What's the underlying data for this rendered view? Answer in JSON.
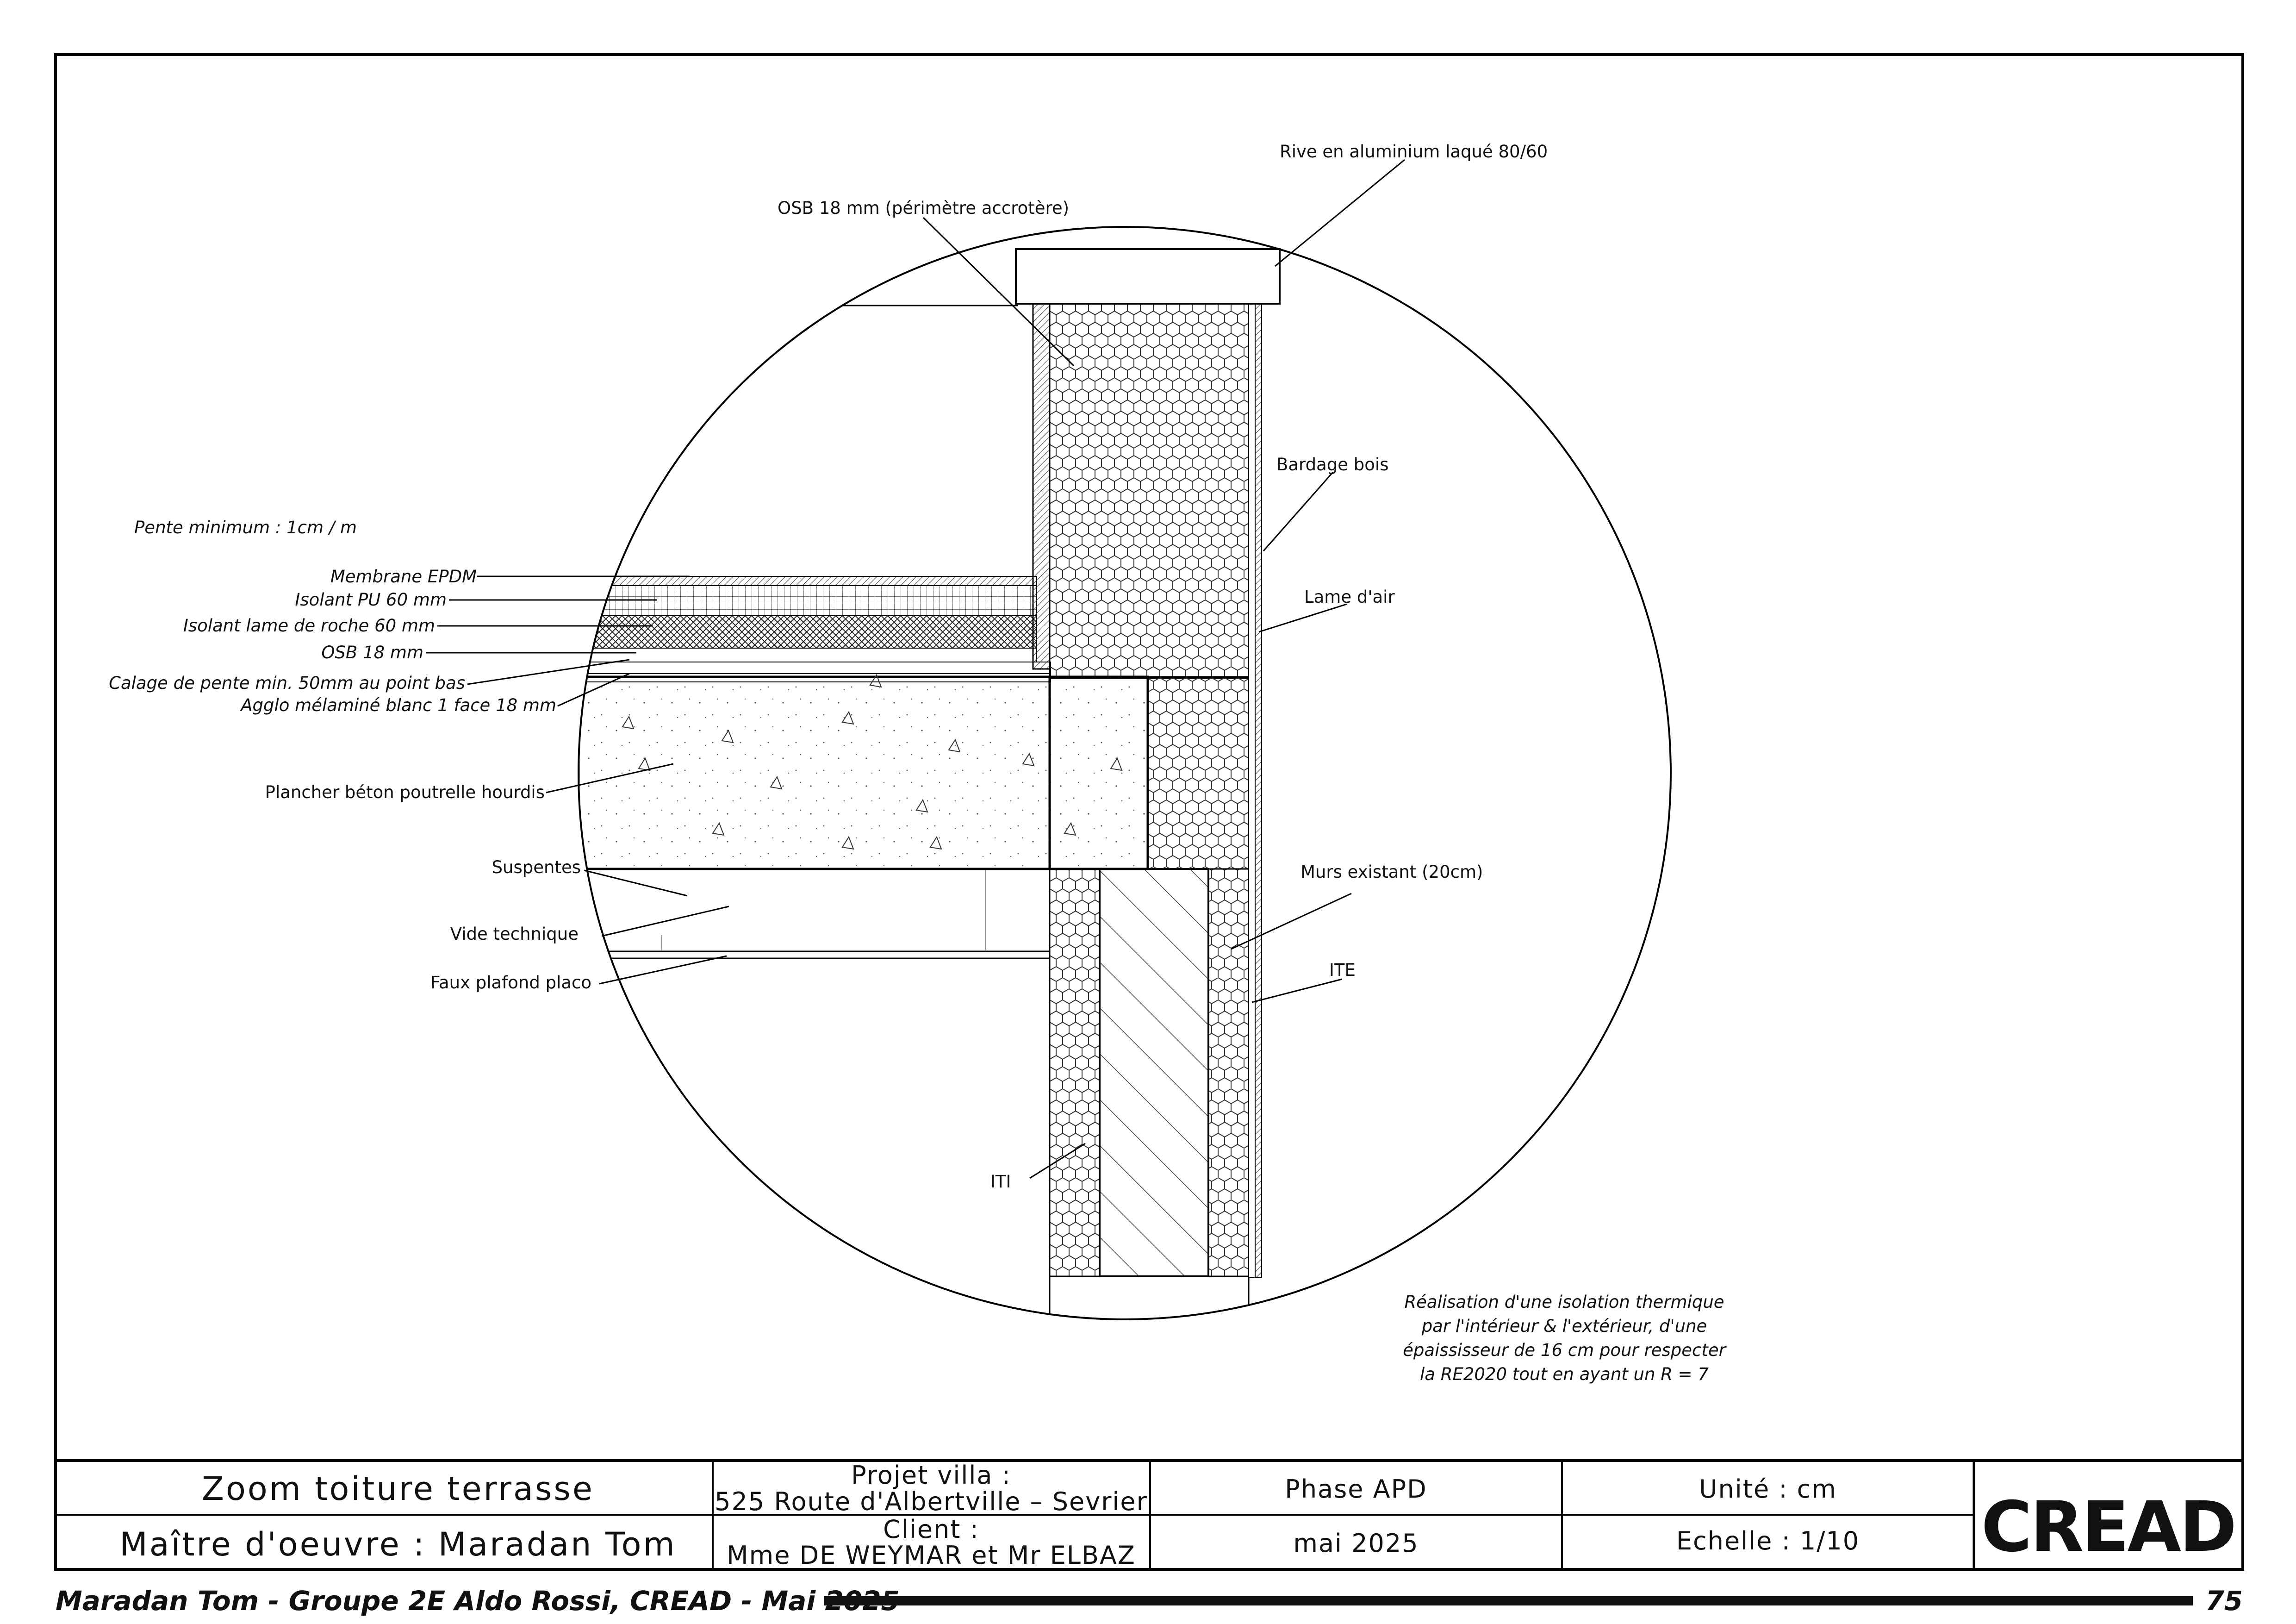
{
  "labels": {
    "rive": "Rive en aluminium laqué 80/60",
    "osb_perimetre": "OSB 18 mm (périmètre accrotère)",
    "bardage": "Bardage bois",
    "lame_air": "Lame d'air",
    "pente": "Pente minimum : 1cm / m",
    "membrane": "Membrane EPDM",
    "isolant_pu": "Isolant PU 60 mm",
    "isolant_roche": "Isolant lame de roche 60 mm",
    "osb18": "OSB 18 mm",
    "calage": "Calage de pente min. 50mm au point bas",
    "agglo": "Agglo mélaminé blanc 1 face 18 mm",
    "plancher": "Plancher béton poutrelle hourdis",
    "suspentes": "Suspentes",
    "vide": "Vide technique",
    "faux_plafond": "Faux plafond placo",
    "murs": "Murs existant (20cm)",
    "ite": "ITE",
    "iti": "ITI"
  },
  "note": [
    "Réalisation d'une isolation thermique",
    "par l'intérieur & l'extérieur, d'une",
    "épaississeur de 16 cm pour respecter",
    "la RE2020 tout en ayant un R = 7"
  ],
  "cartouche": {
    "title": "Zoom toiture terrasse",
    "moe": "Maître d'oeuvre : Maradan Tom",
    "projet_l1": "Projet villa :",
    "projet_l2": "525 Route d'Albertville – Sevrier",
    "client_l1": "Client :",
    "client_l2": "Mme DE WEYMAR et Mr ELBAZ",
    "phase": "Phase APD",
    "date": "mai 2025",
    "unite": "Unité : cm",
    "echelle": "Echelle : 1/10",
    "logo": "CREAD"
  },
  "footer": {
    "left": "Maradan Tom - Groupe 2E Aldo Rossi, CREAD - Mai 2025",
    "page": "75"
  }
}
